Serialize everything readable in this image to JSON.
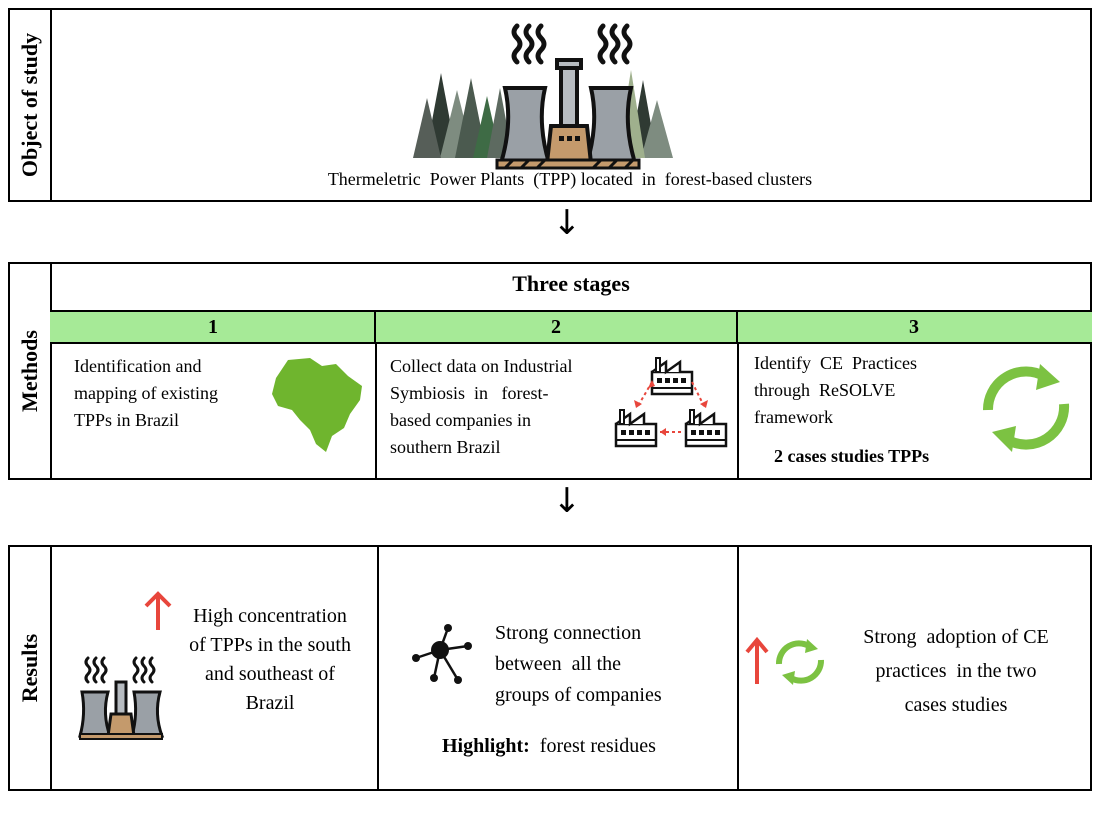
{
  "object_section": {
    "side_label": "Object of study",
    "caption": "Thermeletric  Power Plants  (TPP) located  in  forest-based clusters"
  },
  "methods_section": {
    "side_label": "Methods",
    "header": "Three stages",
    "stages": [
      {
        "number": "1",
        "lines": [
          "Identification  and",
          "mapping of existing",
          "TPPs in Brazil"
        ]
      },
      {
        "number": "2",
        "lines": [
          "Collect data on Industrial",
          "Symbiosis  in   forest-",
          "based companies in",
          "southern Brazil"
        ]
      },
      {
        "number": "3",
        "lines": [
          "Identify  CE  Practices",
          "through  ReSOLVE",
          "framework"
        ],
        "highlight": "2 cases studies TPPs"
      }
    ]
  },
  "results_section": {
    "side_label": "Results",
    "results": [
      {
        "lines": [
          "High concentration",
          "of TPPs in the south",
          "and southeast of",
          "Brazil"
        ]
      },
      {
        "lines": [
          "Strong connection",
          "between  all the",
          "groups of companies"
        ],
        "highlight_label": "Highlight:",
        "highlight_text": "  forest residues"
      },
      {
        "lines": [
          "Strong  adoption of CE",
          "practices  in the two",
          "cases studies"
        ]
      }
    ]
  },
  "colors": {
    "stage_header_green": "#a6ea97",
    "cycle_green": "#7cc242",
    "map_green": "#6fb52e",
    "up_arrow_red": "#e8463c",
    "plant_gray": "#9aa0a6",
    "plant_brown": "#c49a6c"
  },
  "icons": {
    "object": "power-plant-forest-icon",
    "stage1": "brazil-map-icon",
    "stage2": "industrial-symbiosis-network-icon",
    "stage3": "circular-cycle-icon",
    "result1": "power-plant-icon",
    "result2": "network-node-icon",
    "result3": "circular-cycle-icon"
  }
}
